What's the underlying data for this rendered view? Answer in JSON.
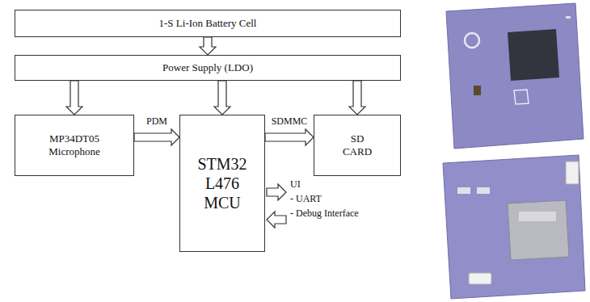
{
  "diagram": {
    "nodes": [
      {
        "text": [
          "1-S Li-Ion Battery Cell"
        ]
      },
      {
        "text": [
          "Power Supply (LDO)"
        ]
      },
      {
        "text": [
          "MP34DT05 Microphone"
        ]
      },
      {
        "text": [
          "STM32 L476 MCU"
        ]
      },
      {
        "text": [
          "SD CARD"
        ]
      }
    ],
    "edges": [
      {
        "from": 0,
        "to": 1,
        "arrow": "to"
      },
      {
        "from": 1,
        "to": 2,
        "arrow": "to"
      },
      {
        "from": 1,
        "to": 3,
        "arrow": "to"
      },
      {
        "from": 1,
        "to": 4,
        "arrow": "to"
      },
      {
        "from": 2,
        "to": 3,
        "label": "PDM",
        "arrow": "to"
      },
      {
        "from": 3,
        "to": 4,
        "label": "SDMMC",
        "arrow": "to"
      }
    ],
    "labels": [
      "UI",
      "- UART",
      "- Debug Interface"
    ]
  }
}
